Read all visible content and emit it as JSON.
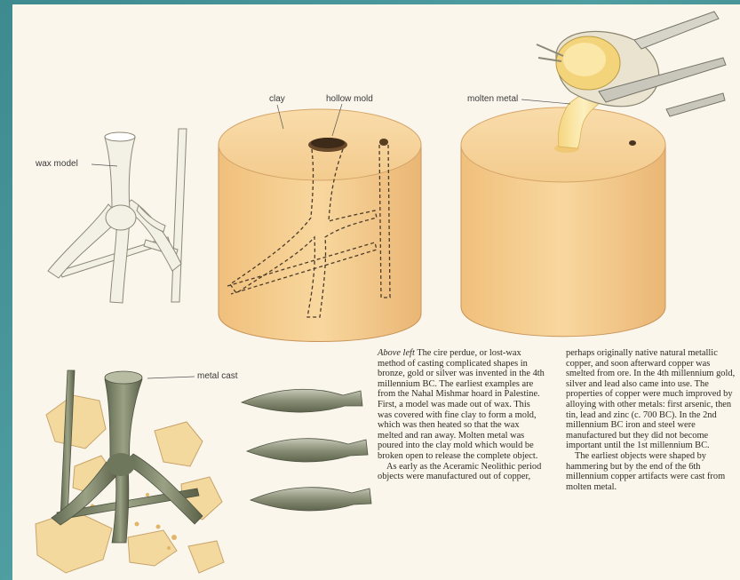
{
  "labels": {
    "wax_model": "wax model",
    "clay": "clay",
    "hollow_mold": "hollow mold",
    "molten_metal": "molten metal",
    "metal_cast": "metal cast"
  },
  "caption": {
    "col1_lead": "Above left",
    "col1_p1_text": " The cire perdue, or lost-wax method of casting complicated shapes in bronze, gold or silver was invented in the 4th millennium BC. The earliest examples are from the Nahal Mishmar hoard in Palestine. First, a model was made out of wax. This was covered with fine clay to form a mold, which was then heated so that the wax melted and ran away. Molten metal was poured into the clay mold which would be broken open to release the complete object.",
    "col1_p2": "As early as the Aceramic Neolithic period objects were manufactured out of copper,",
    "col2_p1": "perhaps originally native natural metallic copper, and soon afterward copper was smelted from ore. In the 4th millennium gold, silver and lead also came into use. The properties of copper were much improved by alloying with other metals: first arsenic, then tin, lead and zinc (c. 700 BC). In the 2nd millennium BC iron and steel were manufactured but they did not become important until the 1st millennium BC.",
    "col2_p2": "The earliest objects were shaped by hammering but by the end of the 6th millennium copper artifacts were cast from molten metal."
  },
  "colors": {
    "background": "#3d8a8f",
    "page": "#fbf6ec",
    "clay": "#f2c889",
    "molten": "#f7dc8a",
    "wax": "#f2efe4",
    "metal": "#7d8568"
  },
  "icons": [
    "wax-model-illustration",
    "clay-mold-illustration",
    "pouring-crucible-illustration",
    "metal-cast-illustration",
    "spearhead-illustration"
  ]
}
